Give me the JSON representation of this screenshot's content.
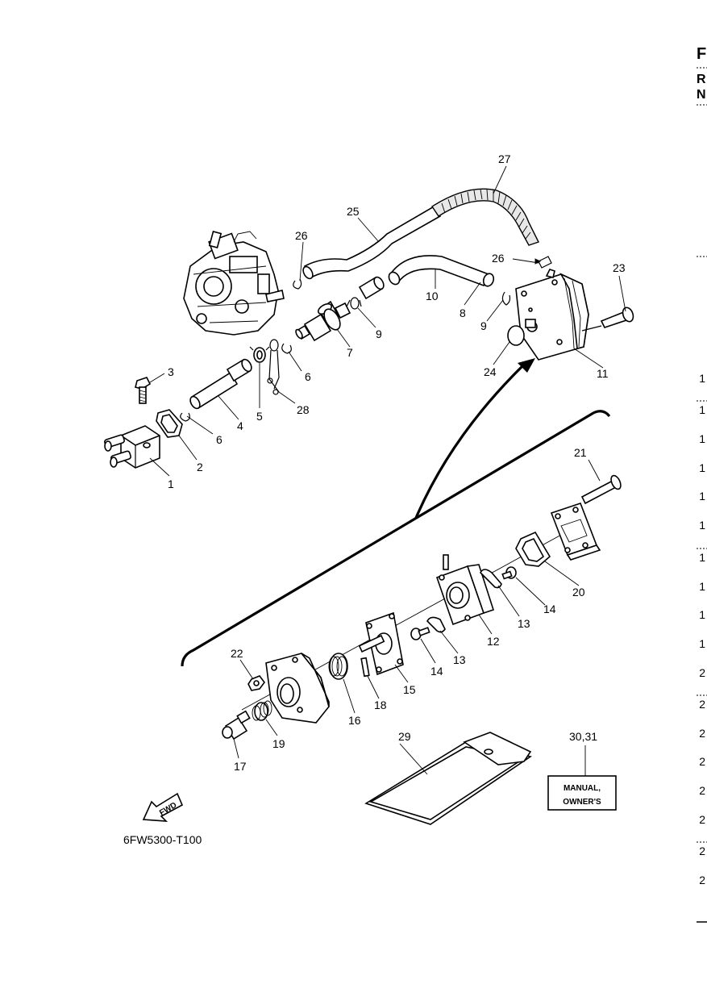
{
  "header": {
    "letters": [
      "F",
      "R",
      "N"
    ]
  },
  "labels": {
    "p1": "1",
    "p2": "2",
    "p3": "3",
    "p4": "4",
    "p5": "5",
    "p6a": "6",
    "p6b": "6",
    "p7": "7",
    "p8": "8",
    "p9a": "9",
    "p9b": "9",
    "p10": "10",
    "p11": "11",
    "p12": "12",
    "p13a": "13",
    "p13b": "13",
    "p14a": "14",
    "p14b": "14",
    "p15": "15",
    "p16": "16",
    "p17": "17",
    "p18": "18",
    "p19": "19",
    "p20": "20",
    "p21": "21",
    "p22": "22",
    "p23": "23",
    "p24": "24",
    "p25": "25",
    "p26a": "26",
    "p26b": "26",
    "p27": "27",
    "p28": "28",
    "p29": "29",
    "p30_31": "30,31"
  },
  "manual": {
    "line1": "MANUAL,",
    "line2": "OWNER'S"
  },
  "fwd": "FWD",
  "figure_code": "6FW5300-T100",
  "right_edge_digits": [
    "1",
    "1",
    "1",
    "1",
    "1",
    "1",
    "1",
    "1",
    "1",
    "1",
    "2",
    "2",
    "2",
    "2",
    "2",
    "2",
    "2",
    "2"
  ]
}
